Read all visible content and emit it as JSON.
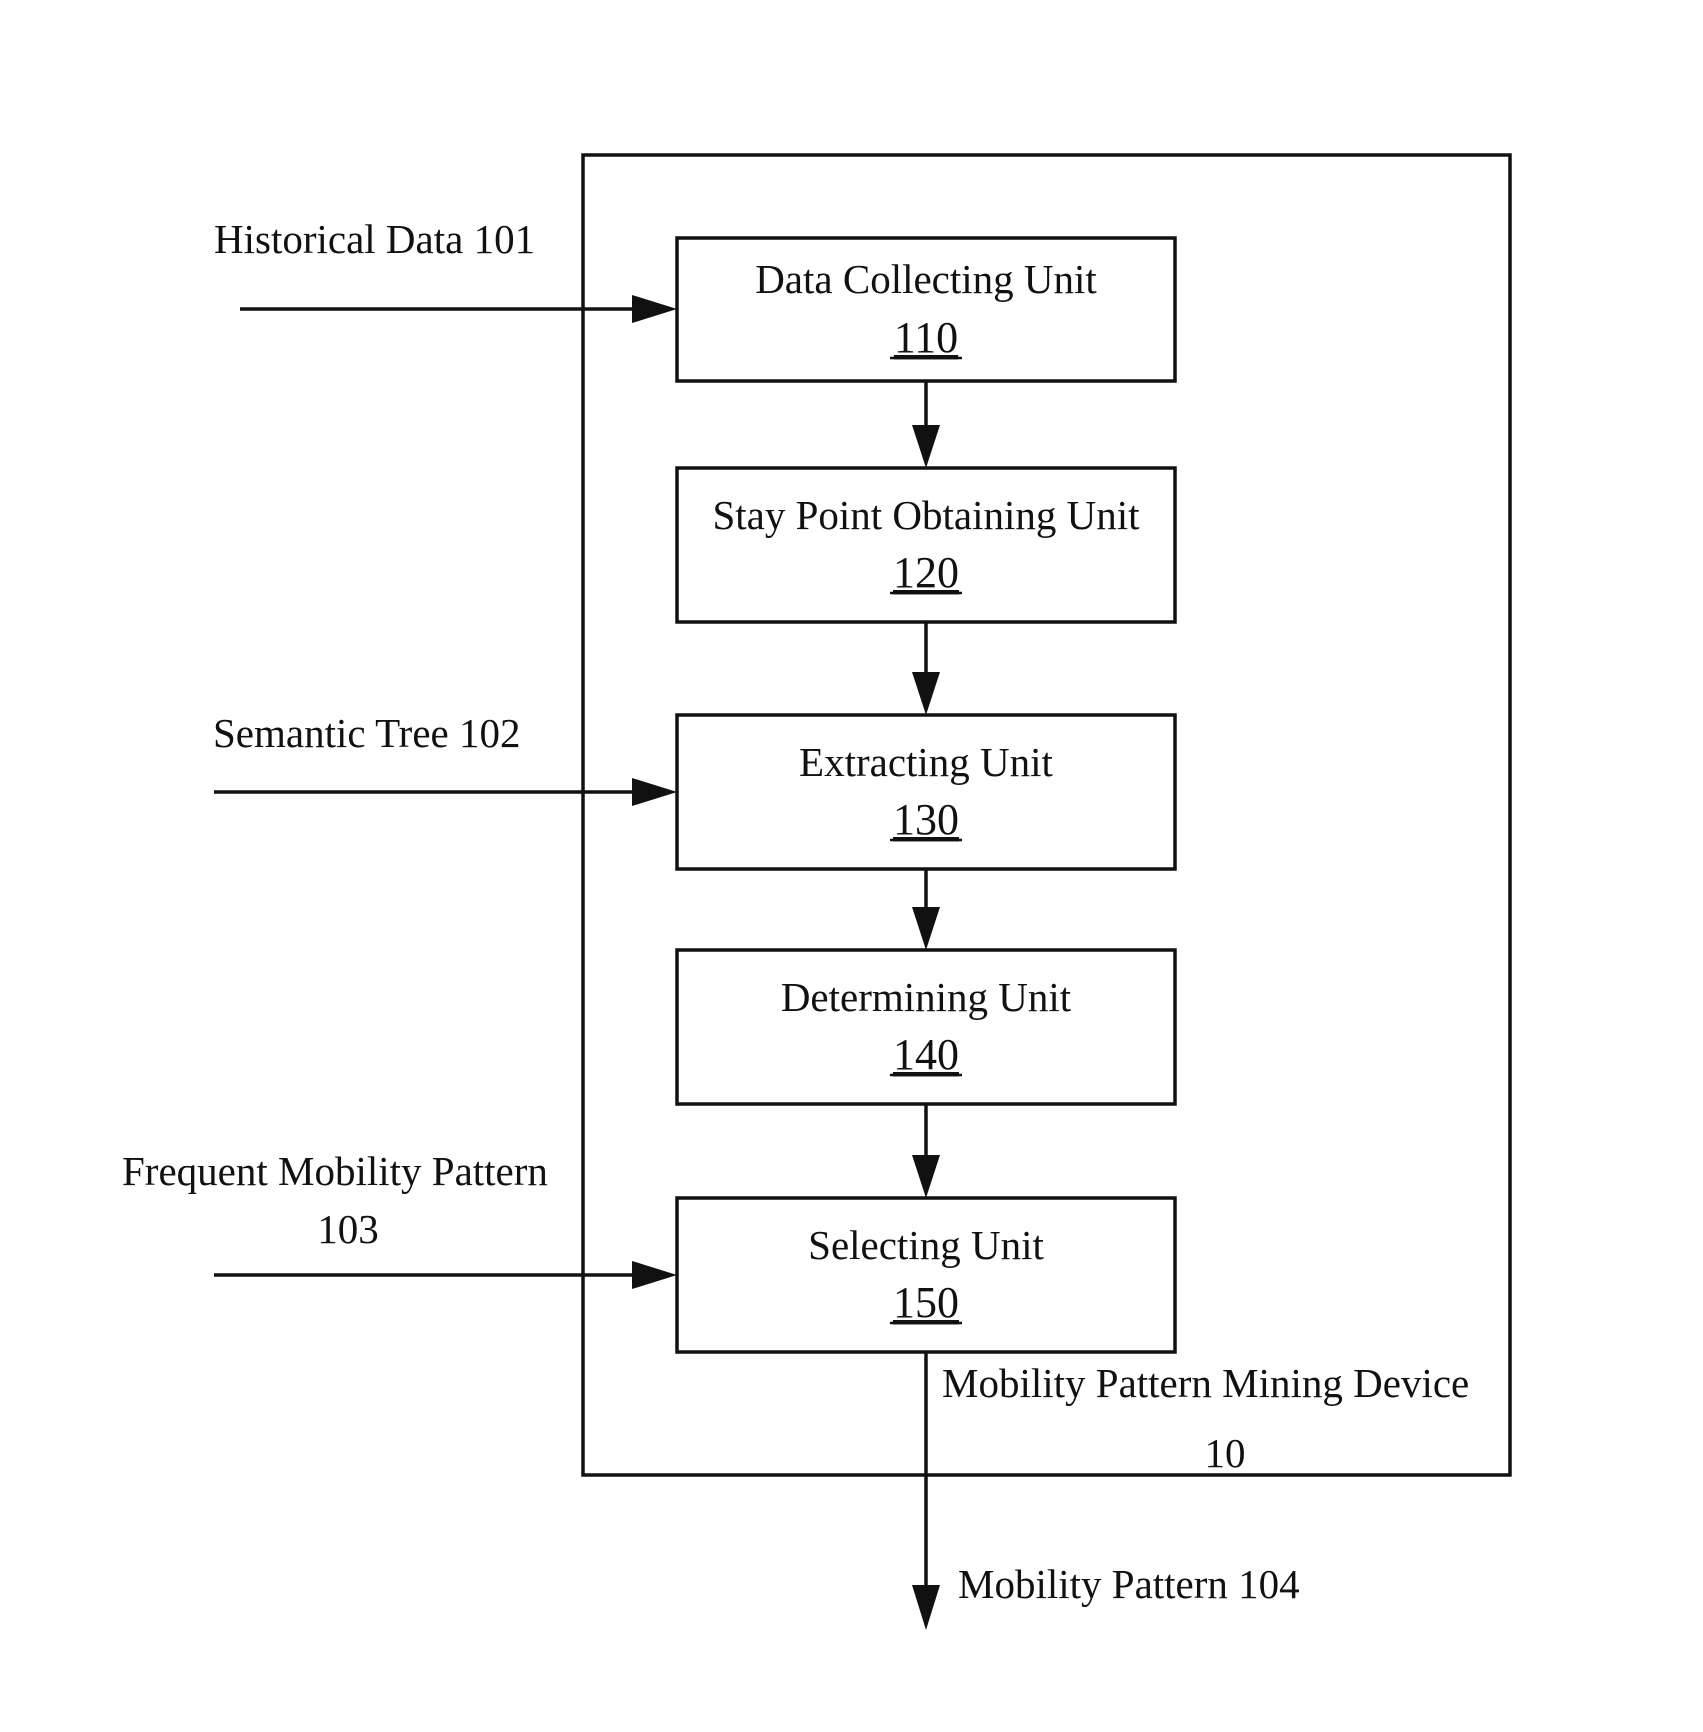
{
  "inputs": {
    "historical_data": "Historical Data 101",
    "semantic_tree": "Semantic Tree 102",
    "frequent_mobility_pattern_line1": "Frequent Mobility Pattern",
    "frequent_mobility_pattern_line2": "103"
  },
  "units": [
    {
      "name": "Data Collecting Unit",
      "number": "110"
    },
    {
      "name": "Stay Point Obtaining Unit",
      "number": "120"
    },
    {
      "name": "Extracting Unit",
      "number": "130"
    },
    {
      "name": "Determining Unit",
      "number": "140"
    },
    {
      "name": "Selecting Unit",
      "number": "150"
    }
  ],
  "device": {
    "label": "Mobility Pattern Mining Device",
    "number": "10"
  },
  "output": {
    "label": "Mobility Pattern 104"
  }
}
